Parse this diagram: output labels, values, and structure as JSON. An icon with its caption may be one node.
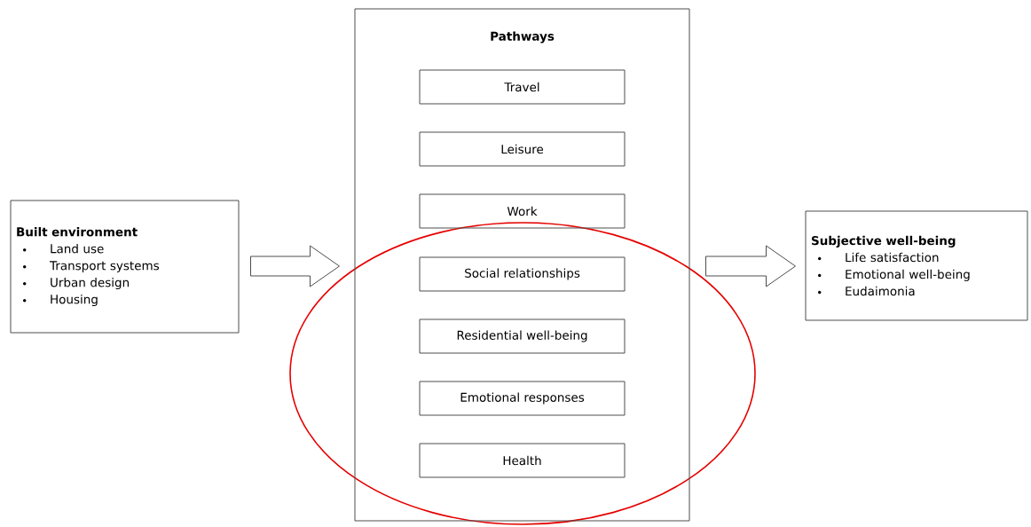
{
  "diagram": {
    "nodes": [
      {
        "text": [
          "Built environment",
          "Land use",
          "Transport systems",
          "Urban design",
          "Housing"
        ]
      },
      {
        "text": [
          "Pathways"
        ]
      },
      {
        "text": [
          "Travel"
        ],
        "in": 1
      },
      {
        "text": [
          "Leisure"
        ],
        "in": 1
      },
      {
        "text": [
          "Work"
        ],
        "in": 1
      },
      {
        "text": [
          "Social relationships"
        ],
        "in": 1
      },
      {
        "text": [
          "Residential well-being"
        ],
        "in": 1
      },
      {
        "text": [
          "Emotional responses"
        ],
        "in": 1
      },
      {
        "text": [
          "Health"
        ],
        "in": 1
      },
      {
        "text": [
          "Subjective well-being",
          "Life satisfaction",
          "Emotional well-being",
          "Eudaimonia"
        ]
      }
    ],
    "edges": [
      {
        "from": 0,
        "to": 1,
        "arrow": "to"
      },
      {
        "from": 1,
        "to": 9,
        "arrow": "to"
      }
    ]
  }
}
